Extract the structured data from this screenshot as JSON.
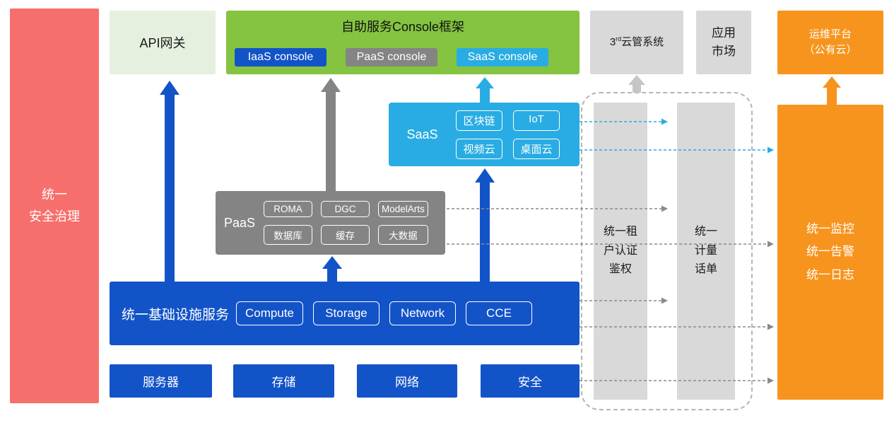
{
  "colors": {
    "red": "#F76F6C",
    "pale_green": "#E5F1DE",
    "green": "#84C441",
    "blue": "#1353C8",
    "gray": "#848484",
    "light_gray": "#D9D9D9",
    "cyan": "#29ACE3",
    "orange": "#F7941E",
    "line_gray": "#8A8A8A",
    "dashed_border": "#B5B5B5"
  },
  "security_bar": {
    "label": "统一\n安全治理"
  },
  "api_gateway": {
    "label": "API网关"
  },
  "console_frame": {
    "title": "自助服务Console框架",
    "buttons": [
      "IaaS console",
      "PaaS console",
      "SaaS console"
    ]
  },
  "third_party_cloud": {
    "num": "3",
    "sup": "rd",
    "rest": "云管系统"
  },
  "app_market": {
    "label": "应用\n市场"
  },
  "om_platform": {
    "label": "运维平台\n（公有云）"
  },
  "saas": {
    "label": "SaaS",
    "services": [
      "区块链",
      "IoT",
      "视频云",
      "桌面云"
    ]
  },
  "paas": {
    "label": "PaaS",
    "services": [
      "ROMA",
      "DGC",
      "ModelArts",
      "数据库",
      "缓存",
      "大数据"
    ]
  },
  "infrastructure": {
    "label": "统一基础设施服务",
    "services": [
      "Compute",
      "Storage",
      "Network",
      "CCE"
    ]
  },
  "hardware": {
    "items": [
      "服务器",
      "存储",
      "网络",
      "安全"
    ]
  },
  "auth_bar": {
    "label": "统一租\n户认证\n鉴权"
  },
  "metering_bar": {
    "label": "统一\n计量\n话单"
  },
  "monitoring": {
    "label": "统一监控\n统一告警\n统一日志"
  }
}
